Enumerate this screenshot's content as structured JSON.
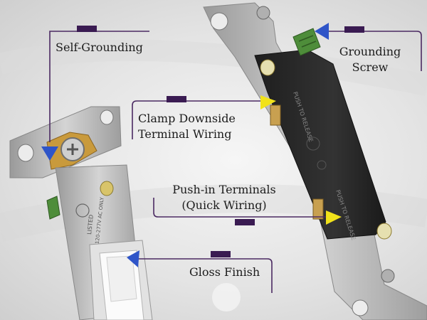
{
  "callouts": {
    "self_grounding": "Self-Grounding",
    "grounding_screw": [
      "Grounding",
      "Screw"
    ],
    "clamp_terminal": [
      "Clamp Downside",
      "Terminal Wiring"
    ],
    "push_in": [
      "Push-in Terminals",
      "(Quick Wiring)"
    ],
    "gloss_finish": "Gloss Finish"
  },
  "switch_body": {
    "strap_text": [
      "LISTED",
      "15A 120-277V AC ONLY"
    ],
    "switch_marking": "PUSH TO RELEASE"
  },
  "colors": {
    "callout_line": "#4b2a62",
    "callout_tab": "#3a1b52",
    "marker_blue": "#2f55c8",
    "marker_yellow": "#f1e21a",
    "grounding_green": "#4e8d3a",
    "switch_body": "#262626",
    "strap_metal": "#b9b9b9"
  },
  "icons": [
    "blue-triangle-marker",
    "yellow-triangle-marker"
  ]
}
